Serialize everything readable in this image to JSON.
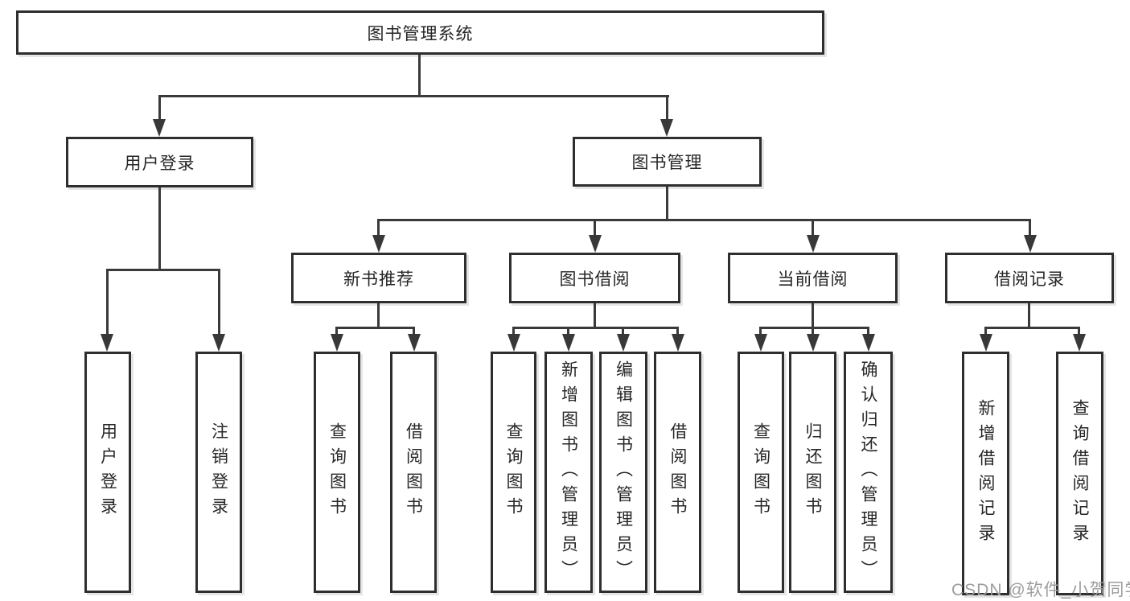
{
  "tree": {
    "label": "图书管理系统",
    "children": [
      {
        "label": "用户登录",
        "children": [
          {
            "label": "用户登录"
          },
          {
            "label": "注销登录"
          }
        ]
      },
      {
        "label": "图书管理",
        "children": [
          {
            "label": "新书推荐",
            "children": [
              {
                "label": "查询图书"
              },
              {
                "label": "借阅图书"
              }
            ]
          },
          {
            "label": "图书借阅",
            "children": [
              {
                "label": "查询图书"
              },
              {
                "label": "新增图书（管理员）"
              },
              {
                "label": "编辑图书（管理员）"
              },
              {
                "label": "借阅图书"
              }
            ]
          },
          {
            "label": "当前借阅",
            "children": [
              {
                "label": "查询图书"
              },
              {
                "label": "归还图书"
              },
              {
                "label": "确认归还（管理员）"
              }
            ]
          },
          {
            "label": "借阅记录",
            "children": [
              {
                "label": "新增借阅记录"
              },
              {
                "label": "查询借阅记录"
              }
            ]
          }
        ]
      }
    ]
  },
  "watermark": {
    "text": "CSDN @软件_小贺同学"
  },
  "colors": {
    "line": "#3a3a3a",
    "box_border": "#2e2e2e",
    "text": "#262626",
    "watermark": "#9d9d9d",
    "background": "#ffffff"
  }
}
